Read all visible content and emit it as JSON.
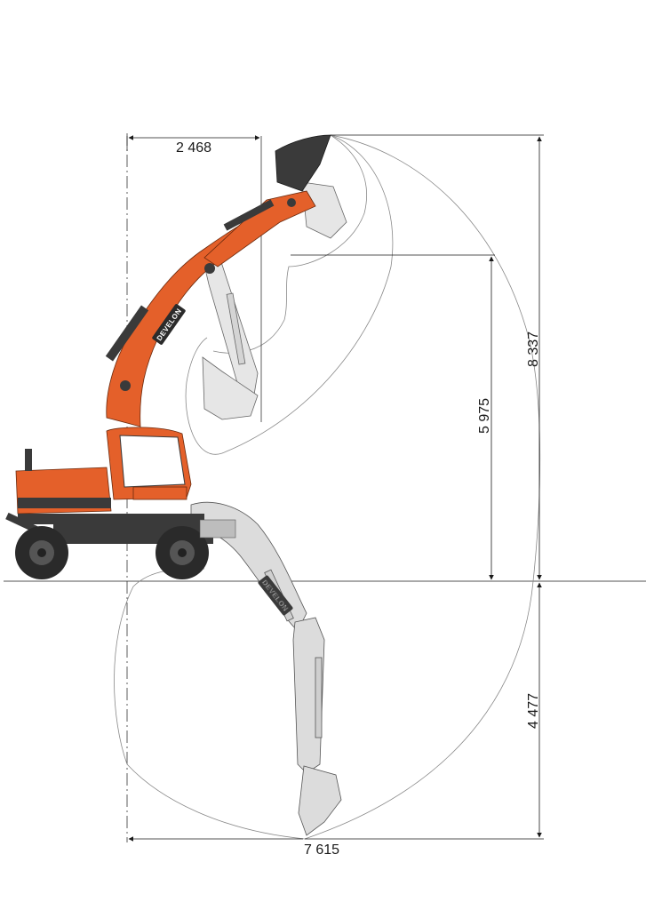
{
  "colors": {
    "machine_orange": "#e4602a",
    "machine_orange_dark": "#b8461a",
    "body_dark": "#3a3a3a",
    "arm_grey": "#dcdcdc",
    "line": "#1a1a1a",
    "arc": "#888888"
  },
  "brand": {
    "upper_boom_logo": "DEVELON",
    "lower_boom_logo": "DEVELON"
  },
  "dimensions": {
    "min_swing_radius": "2 468",
    "max_reach_ground": "7 615",
    "max_dump_height": "5 975",
    "max_cutting_height": "8 337",
    "max_digging_depth": "4 477"
  }
}
